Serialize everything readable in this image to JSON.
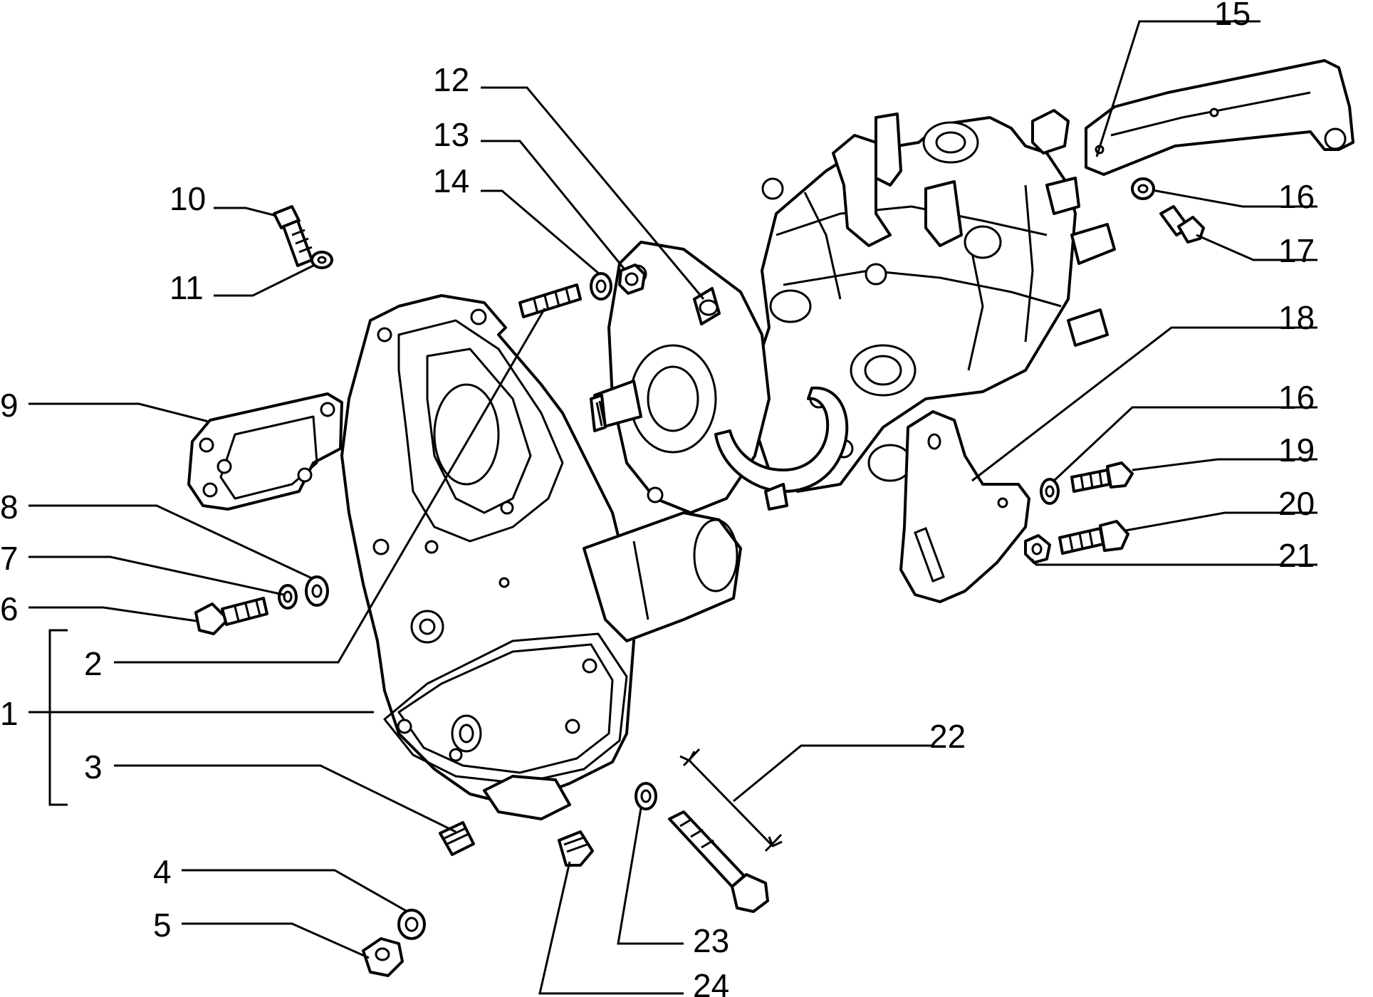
{
  "part_labels": {
    "1": "1",
    "2": "2",
    "3": "3",
    "4": "4",
    "5": "5",
    "6": "6",
    "7": "7",
    "8": "8",
    "9": "9",
    "10": "10",
    "11": "11",
    "12": "12",
    "13": "13",
    "14": "14",
    "15": "15",
    "16a": "16",
    "16b": "16",
    "17": "17",
    "18": "18",
    "19": "19",
    "20": "20",
    "21": "21",
    "22": "22",
    "23": "23",
    "24": "24"
  }
}
